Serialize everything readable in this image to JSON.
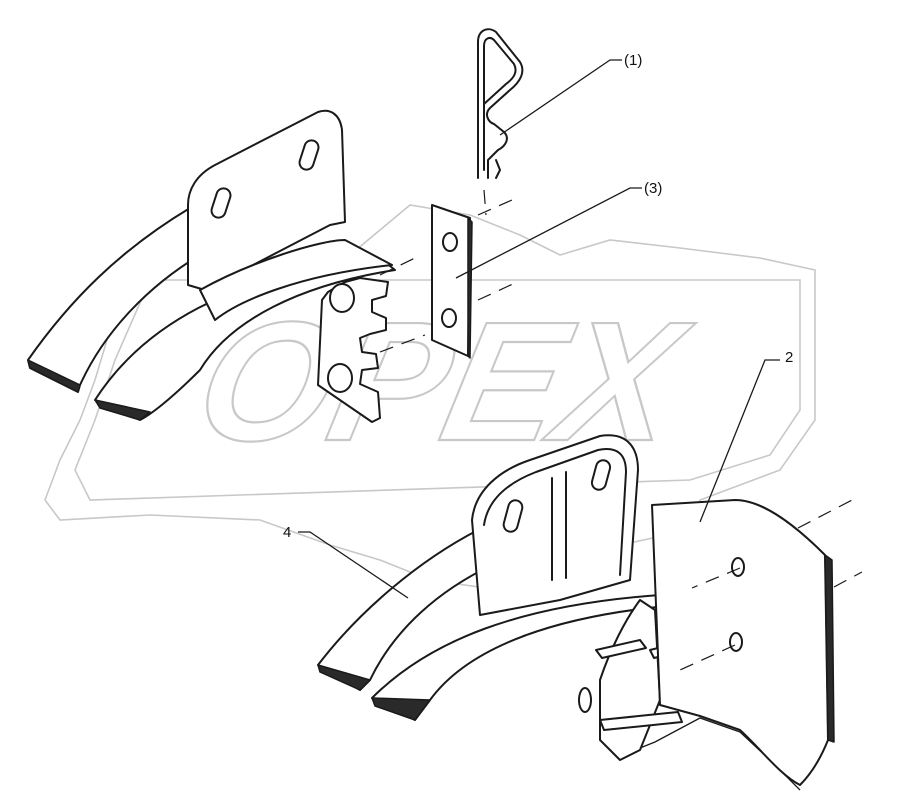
{
  "watermark": {
    "text": "OPEX"
  },
  "corner_mark": "",
  "callouts": [
    {
      "id": "1",
      "text": "(1)"
    },
    {
      "id": "3",
      "text": "(3)"
    },
    {
      "id": "2",
      "text": "2"
    },
    {
      "id": "4",
      "text": "4"
    }
  ],
  "colors": {
    "line": "#1a1a1a",
    "watermark": "#c8c8c8",
    "background": "#ffffff"
  }
}
